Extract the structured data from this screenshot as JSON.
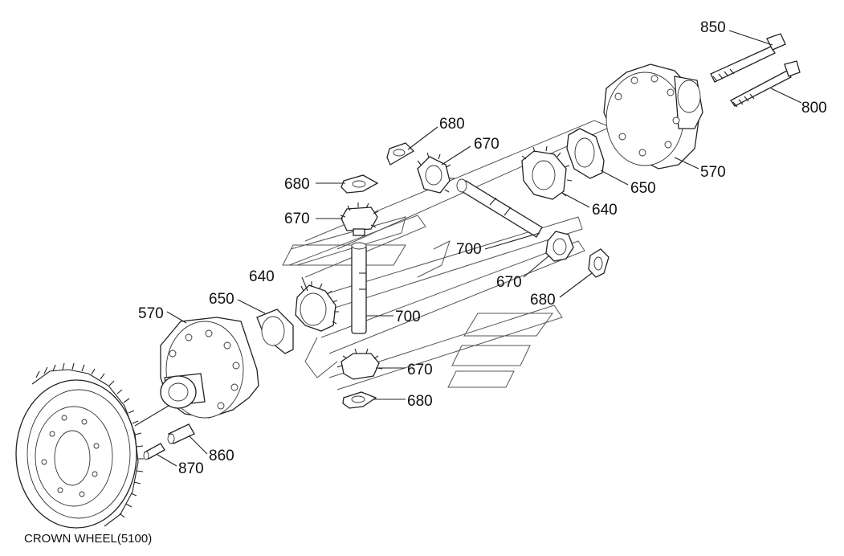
{
  "caption": "CROWN WHEEL(5100)",
  "callouts": {
    "c850": "850",
    "c800": "800",
    "c570_top": "570",
    "c650_top": "650",
    "c640_top": "640",
    "c680_top1": "680",
    "c670_top1": "670",
    "c680_top2": "680",
    "c670_top2": "670",
    "c700_top": "700",
    "c670_right": "670",
    "c680_right": "680",
    "c640_left": "640",
    "c650_left": "650",
    "c570_left": "570",
    "c700_mid": "700",
    "c670_bottom": "670",
    "c680_bottom": "680",
    "c860": "860",
    "c870": "870"
  }
}
